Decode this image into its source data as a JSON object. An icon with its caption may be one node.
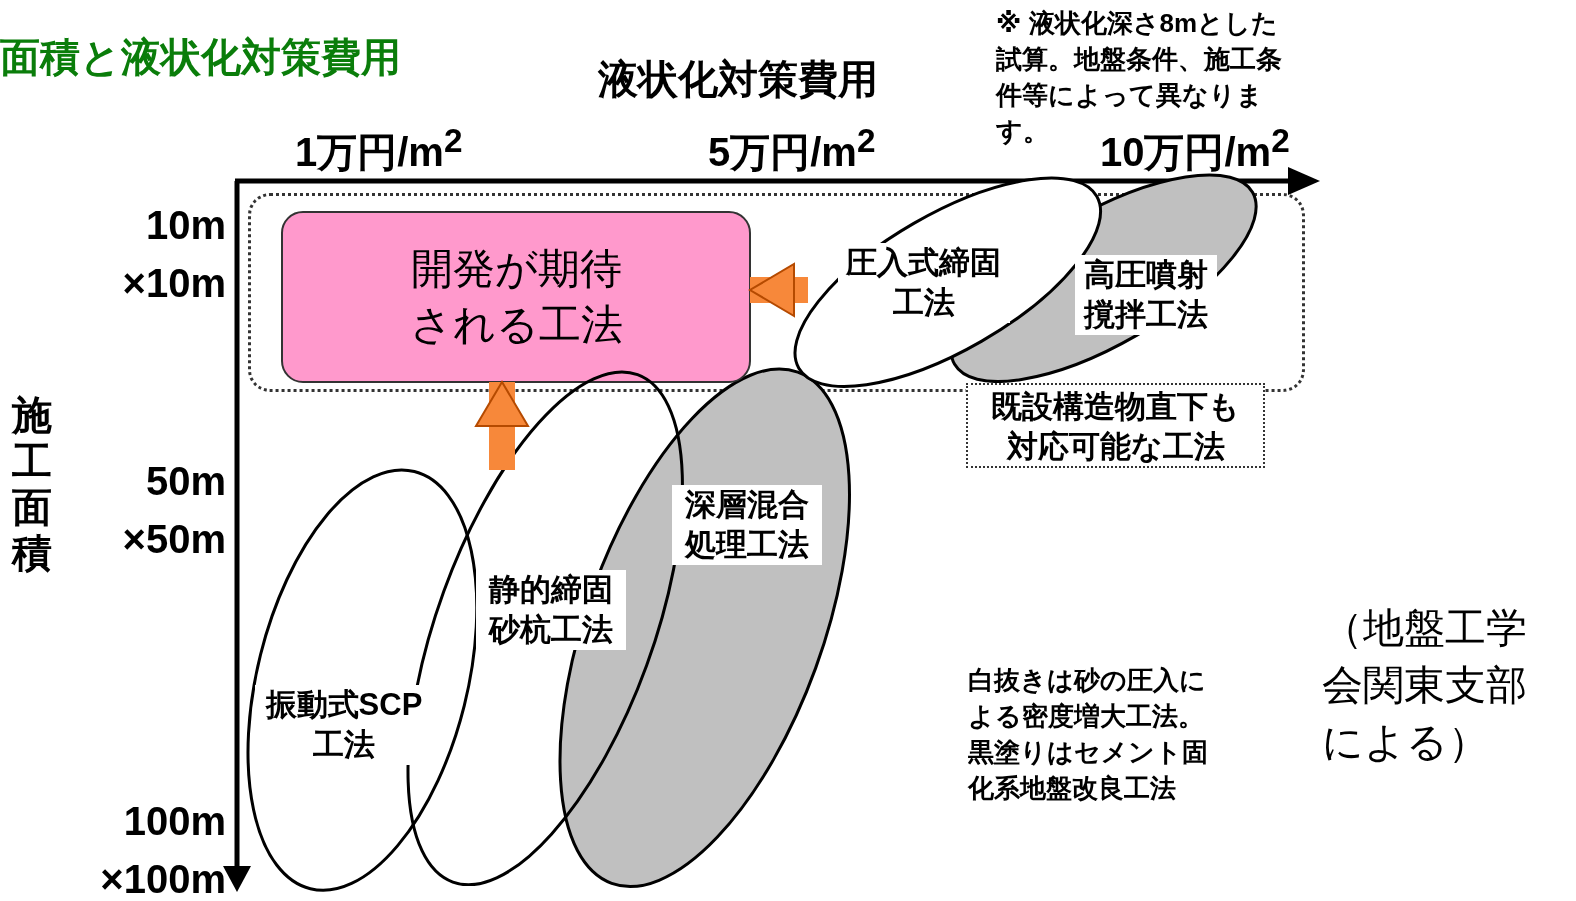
{
  "diagram": {
    "title": "面積と液状化対策費用",
    "nodes": [
      {
        "text": [
          "既設構造物直下も対応可能な工法"
        ]
      },
      {
        "text": [
          "開発が期待される工法"
        ],
        "in": 0
      },
      {
        "text": [
          "圧入式締固工法"
        ]
      },
      {
        "text": [
          "高圧噴射撹拌工法"
        ]
      },
      {
        "text": [
          "深層混合処理工法"
        ]
      },
      {
        "text": [
          "静的締固砂杭工法"
        ]
      },
      {
        "text": [
          "振動式SCP工法"
        ]
      }
    ],
    "edges": [
      {
        "from": 5,
        "to": 1,
        "arrow": "to"
      },
      {
        "from": 2,
        "to": 1,
        "arrow": "to"
      }
    ],
    "labels": [
      "液状化対策費用",
      "※ 液状化深さ8mとした試算。地盤条件、施工条件等によって異なります。",
      "1万円/m$^{2}$",
      "5万円/m$^{2}$",
      "10万円/m$^{2}$",
      "10m ×10m",
      "施工面積",
      "50m ×50m",
      "白抜きは砂の圧入による密度増大工法。黒塗りはセメント固化系地盤改良工法",
      "（地盤工学会関東支部による）",
      "100m ×100m"
    ]
  }
}
